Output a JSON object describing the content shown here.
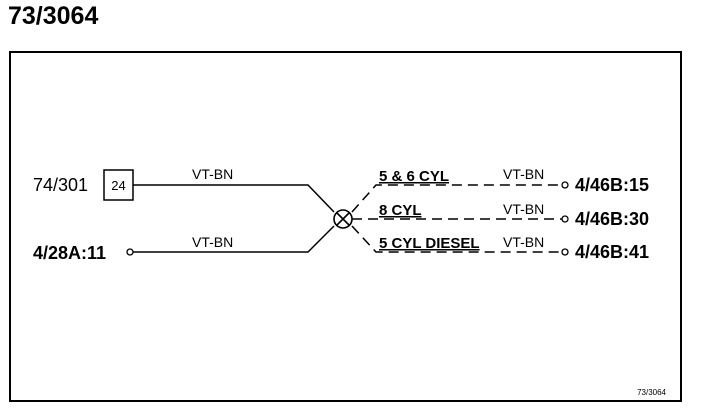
{
  "title": "73/3064",
  "diagram": {
    "left_connectors": [
      {
        "name": "74/301",
        "pin": "24",
        "wire_color": "VT-BN"
      },
      {
        "name": "4/28A:11",
        "wire_color": "VT-BN"
      }
    ],
    "branches": [
      {
        "condition": "5 & 6 CYL",
        "wire_color": "VT-BN",
        "destination": "4/46B:15"
      },
      {
        "condition": "8 CYL",
        "wire_color": "VT-BN",
        "destination": "4/46B:30"
      },
      {
        "condition": "5 CYL DIESEL",
        "wire_color": "VT-BN",
        "destination": "4/46B:41"
      }
    ],
    "figure_id": "73/3064"
  }
}
